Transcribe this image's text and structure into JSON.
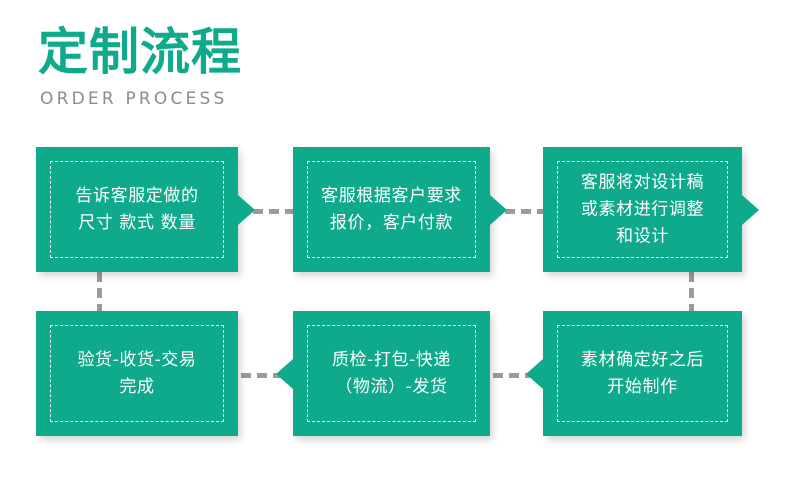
{
  "header": {
    "title_cn": "定制流程",
    "title_en": "ORDER PROCESS",
    "title_color": "#0faa8c",
    "subtitle_color": "#8c8c8c"
  },
  "theme": {
    "box_fill": "#0faa8c",
    "box_text_color": "#ffffff",
    "connector_color": "#9b9b9b",
    "background": "#ffffff",
    "inner_border_style": "dashed white"
  },
  "flow": {
    "steps": [
      {
        "id": "step-1",
        "order": 1,
        "row": "top",
        "text": "告诉客服定做的\n尺寸 款式 数量",
        "arrow": "right"
      },
      {
        "id": "step-2",
        "order": 2,
        "row": "top",
        "text": "客服根据客户要求\n报价，客户付款",
        "arrow": "right"
      },
      {
        "id": "step-3",
        "order": 3,
        "row": "top",
        "text": "客服将对设计稿\n或素材进行调整\n和设计",
        "arrow": "right"
      },
      {
        "id": "step-4",
        "order": 4,
        "row": "bottom",
        "text": "素材确定好之后\n开始制作",
        "arrow": "left"
      },
      {
        "id": "step-5",
        "order": 5,
        "row": "bottom",
        "text": "质检-打包-快递\n（物流）-发货",
        "arrow": "left"
      },
      {
        "id": "step-6",
        "order": 6,
        "row": "bottom",
        "text": "验货-收货-交易\n完成",
        "arrow": "none"
      }
    ]
  }
}
